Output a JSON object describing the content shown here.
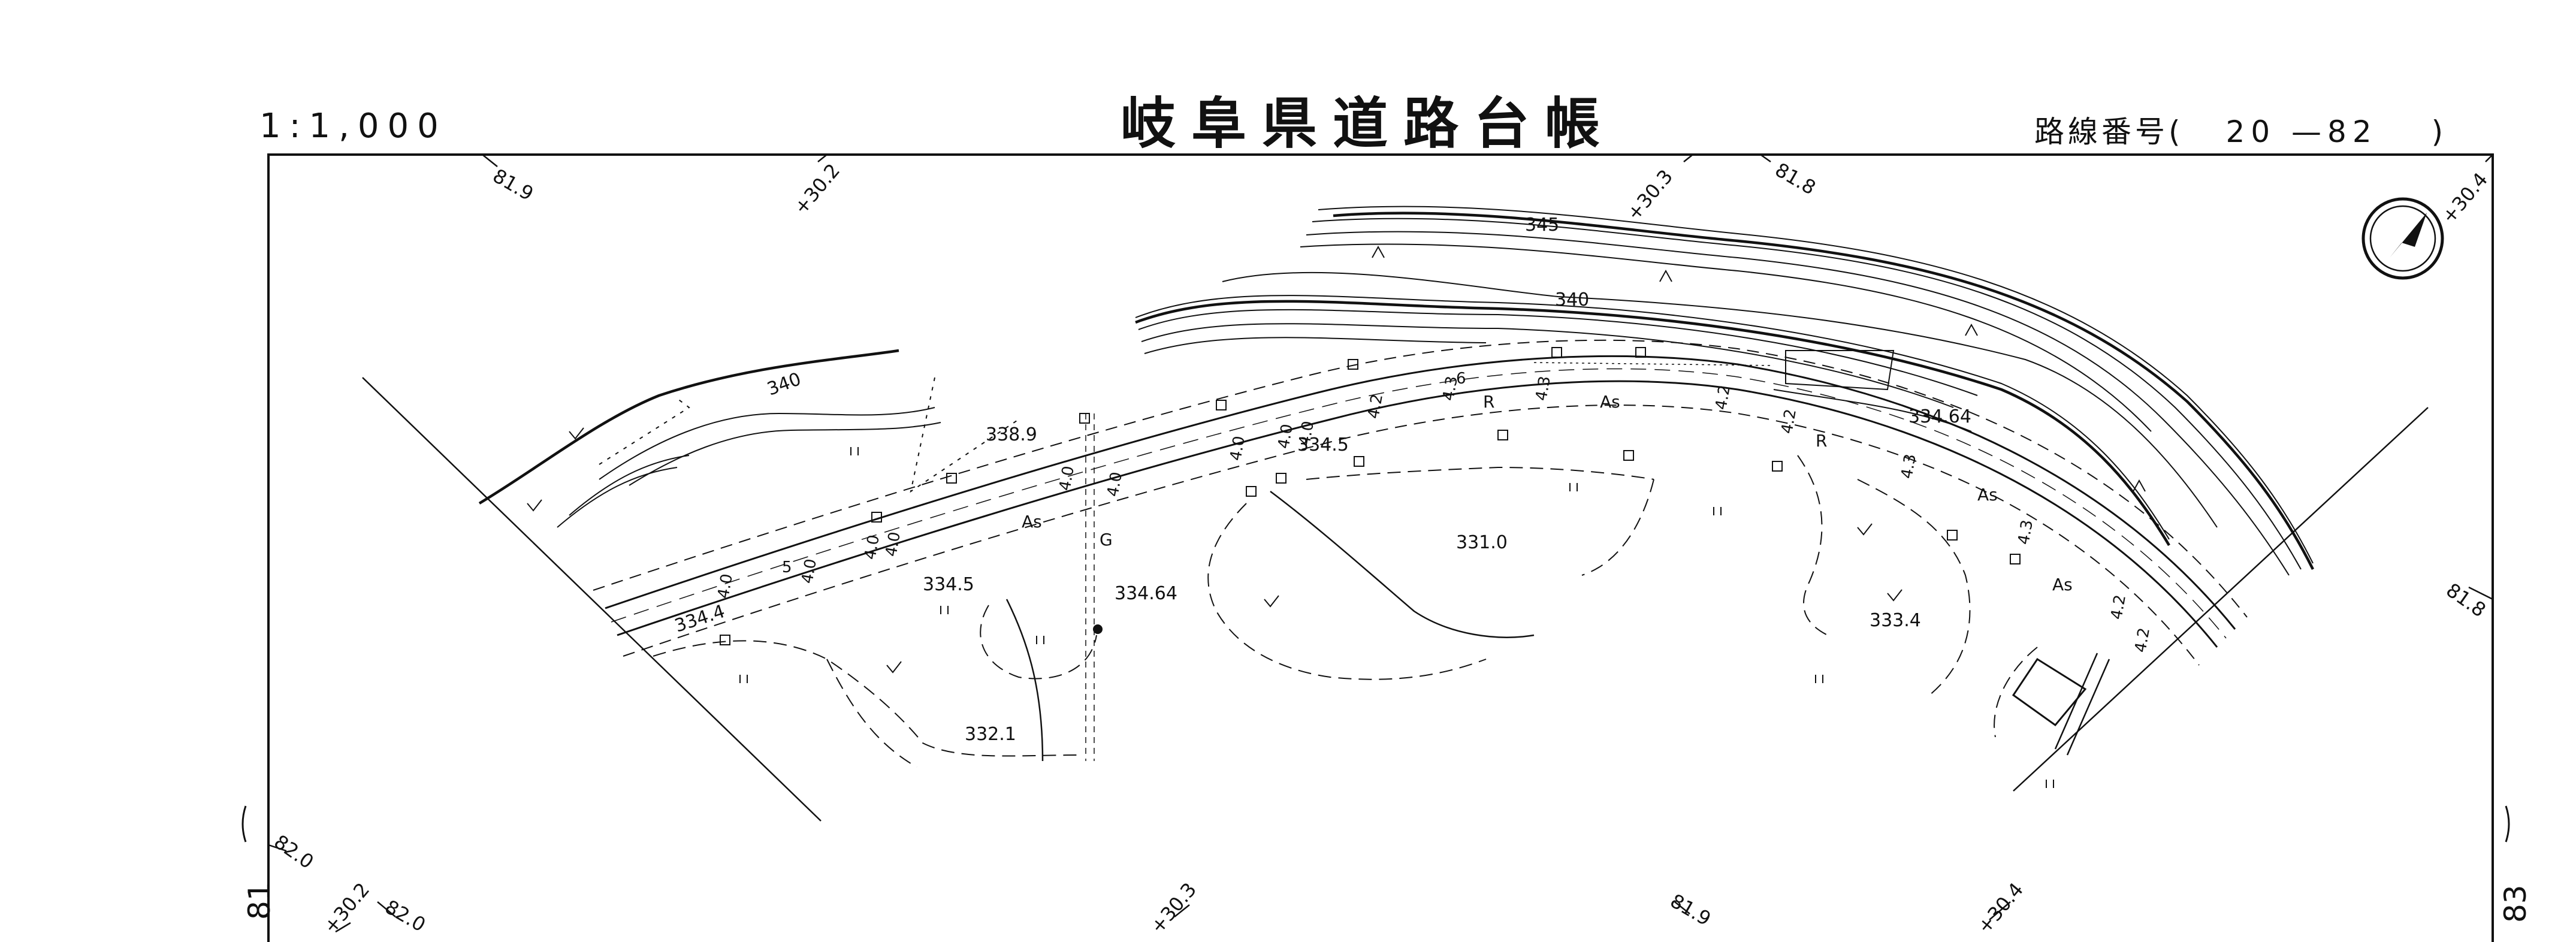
{
  "header": {
    "scale": "1:1,000",
    "title": "岐阜県道路台帳",
    "route_label": "路線番号(",
    "route_number": "20 —82",
    "route_close": ")"
  },
  "sheet_numbers": {
    "left": "81",
    "right": "83"
  },
  "grid_labels": {
    "top_left": "81.9",
    "top_mid_left": "+30.2",
    "top_mid": "+30.3",
    "top_mid_right": "81.8",
    "top_right": "+30.4",
    "right": "81.8",
    "left": "82.0",
    "bottom_left_a": "+30.2",
    "bottom_left_b": "82.0",
    "bottom_mid": "+30.3",
    "bottom_mid_right": "81.9",
    "bottom_right": "+30.4"
  },
  "contours": [
    "345",
    "340",
    "340"
  ],
  "spot_heights": [
    "338.9",
    "334.5",
    "334.5",
    "334.64",
    "334.4",
    "334.64",
    "332.1",
    "331.0",
    "333.4"
  ],
  "widths": [
    "4.0",
    "5",
    "4.0",
    "4.0",
    "4.0",
    "4.0",
    "4.0",
    "4.0",
    "4.0",
    "4.2",
    "6",
    "4.3",
    "4.3",
    "4.2",
    "4.2",
    "4.3",
    "4.3",
    "4.2",
    "4.2",
    "4.0"
  ],
  "surface_codes": [
    "As",
    "As",
    "As",
    "As",
    "R",
    "R",
    "G"
  ],
  "colors": {
    "ink": "#111111",
    "paper": "#ffffff"
  },
  "icons": [
    "north-arrow-icon"
  ]
}
